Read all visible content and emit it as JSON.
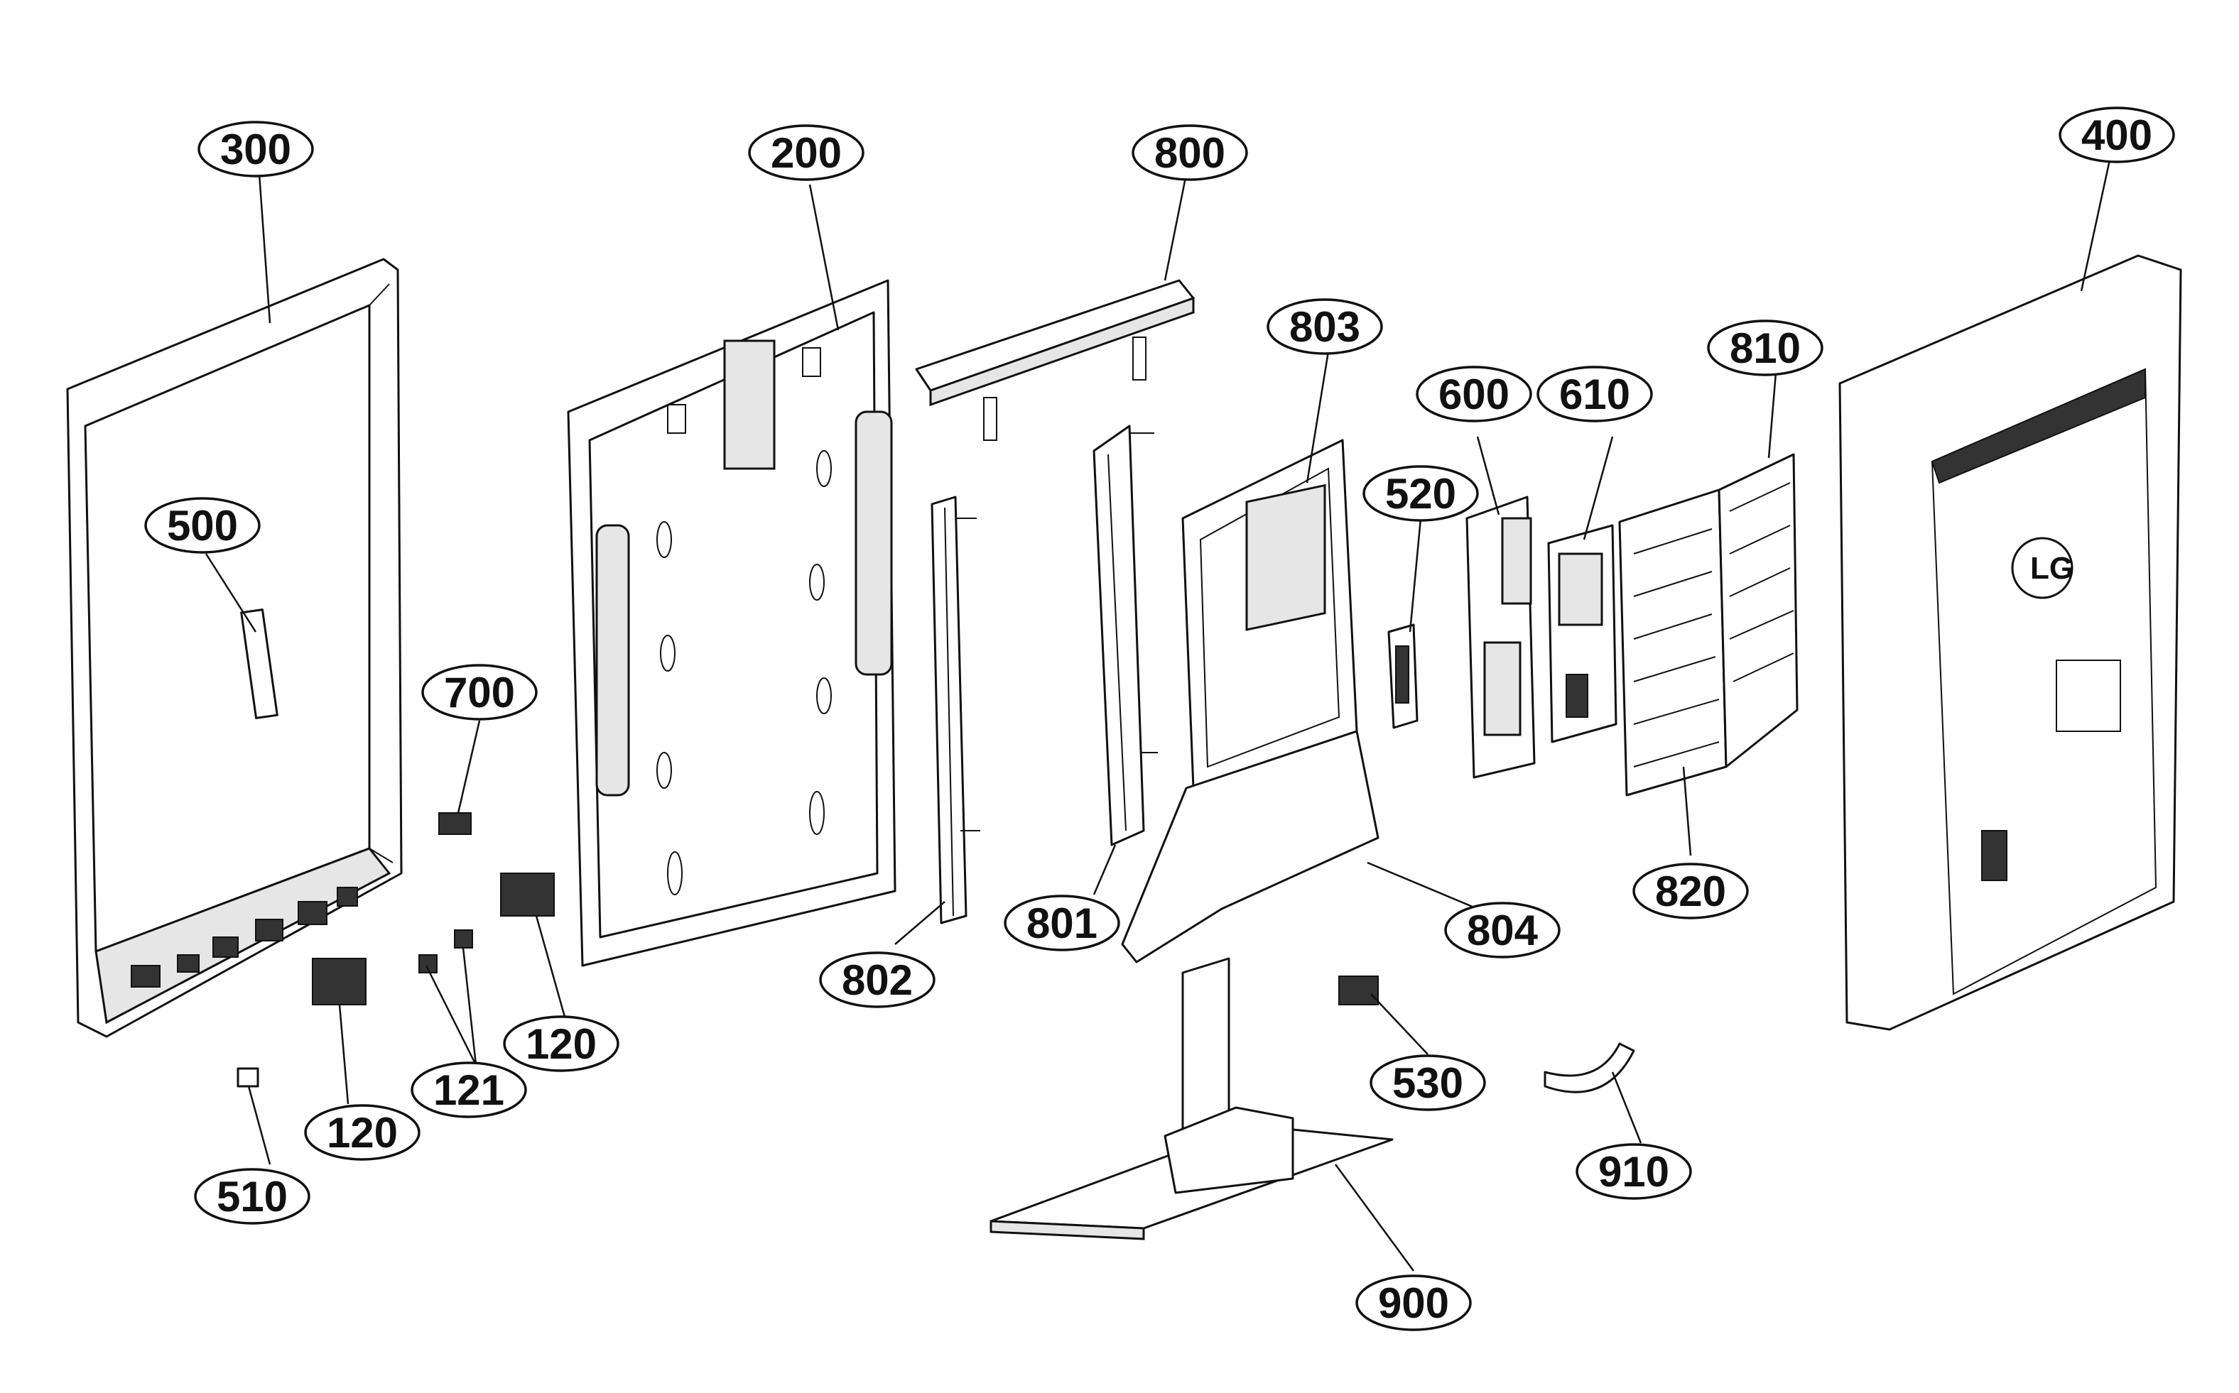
{
  "callouts": [
    {
      "id": "c300",
      "label": "300"
    },
    {
      "id": "c200",
      "label": "200"
    },
    {
      "id": "c800",
      "label": "800"
    },
    {
      "id": "c400",
      "label": "400"
    },
    {
      "id": "c803",
      "label": "803"
    },
    {
      "id": "c600",
      "label": "600"
    },
    {
      "id": "c610",
      "label": "610"
    },
    {
      "id": "c810",
      "label": "810"
    },
    {
      "id": "c500",
      "label": "500"
    },
    {
      "id": "c520",
      "label": "520"
    },
    {
      "id": "c700",
      "label": "700"
    },
    {
      "id": "c802",
      "label": "802"
    },
    {
      "id": "c801",
      "label": "801"
    },
    {
      "id": "c804",
      "label": "804"
    },
    {
      "id": "c820",
      "label": "820"
    },
    {
      "id": "c120a",
      "label": "120"
    },
    {
      "id": "c121",
      "label": "121"
    },
    {
      "id": "c120b",
      "label": "120"
    },
    {
      "id": "c530",
      "label": "530"
    },
    {
      "id": "c510",
      "label": "510"
    },
    {
      "id": "c910",
      "label": "910"
    },
    {
      "id": "c900",
      "label": "900"
    }
  ],
  "logo": {
    "text": "LG"
  }
}
